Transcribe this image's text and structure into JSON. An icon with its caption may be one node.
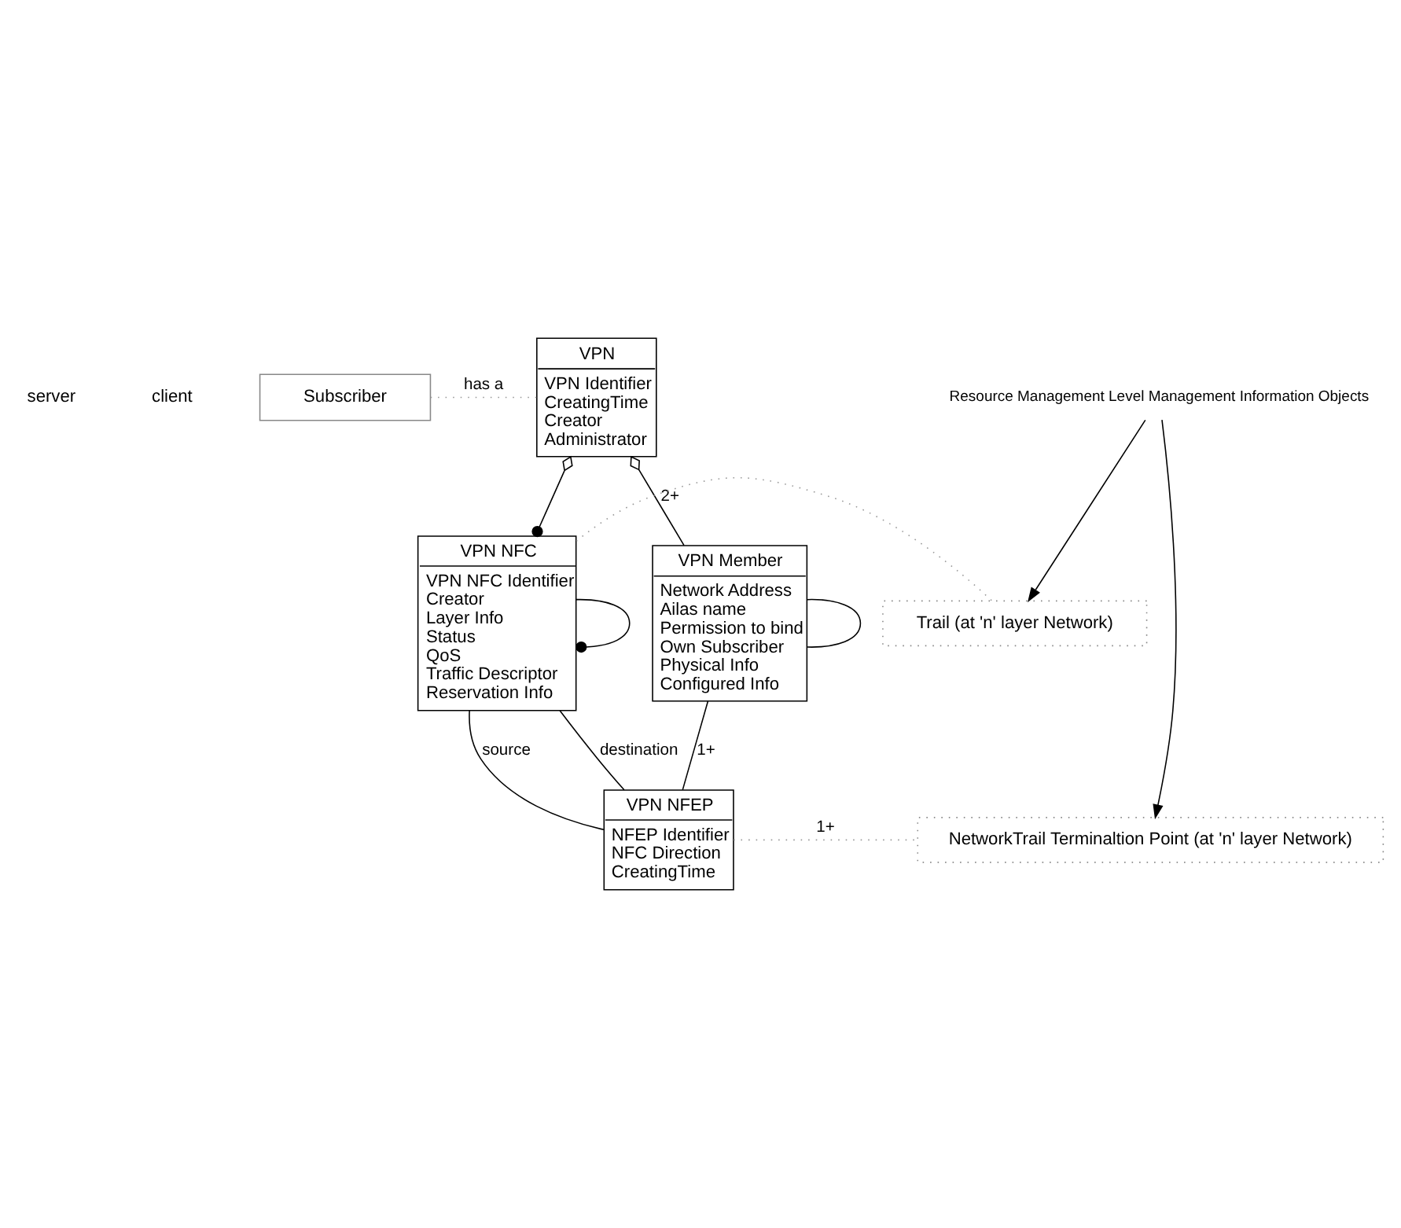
{
  "diagram": {
    "nodes": [
      {
        "text": [
          "VPN",
          "VPN Identifier",
          "CreatingTime",
          "Creator",
          "Administrator"
        ]
      },
      {
        "text": [
          "Subscriber"
        ]
      },
      {
        "text": [
          "VPN Member",
          "Network Address",
          "Ailas name",
          "Permission to bind",
          "Own Subscriber",
          "Physical Info",
          "Configured Info"
        ]
      },
      {
        "text": [
          "VPN NFC",
          "VPN NFC Identifier",
          "Creator",
          "Layer Info",
          "Status",
          "QoS",
          "Traffic Descriptor",
          "Reservation Info"
        ]
      },
      {
        "text": [
          "Trail (at 'n' layer Network)"
        ]
      },
      {
        "text": [
          "Resource Management Level Management Information Objects"
        ]
      },
      {
        "text": [
          "VPN NFEP",
          "NFEP Identifier",
          "NFC Direction",
          "CreatingTime"
        ]
      },
      {
        "text": [
          "NetworkTrail Terminaltion Point (at 'n' layer Network)"
        ]
      }
    ],
    "edges": [
      {
        "from": 1,
        "to": 0,
        "arrow": "none",
        "label": "has a",
        "style": "dashed",
        "color": "#999999"
      },
      {
        "from": 0,
        "to": 2,
        "arrow": "other",
        "label": "2+"
      },
      {
        "from": 0,
        "to": 3,
        "arrow": "other"
      },
      {
        "from": 2,
        "to": 2,
        "arrow": "none"
      },
      {
        "from": 3,
        "to": 3,
        "arrow": "other"
      },
      {
        "from": 3,
        "to": 4,
        "arrow": "none",
        "style": "dashed",
        "color": "#999999"
      },
      {
        "from": 3,
        "to": 6,
        "arrow": "none",
        "label": "source"
      },
      {
        "from": 3,
        "to": 6,
        "arrow": "none",
        "label": "destination"
      },
      {
        "from": 2,
        "to": 6,
        "arrow": "none",
        "label": "1+"
      },
      {
        "from": 6,
        "to": 7,
        "arrow": "none",
        "label": "1+",
        "style": "dashed",
        "color": "#999999"
      },
      {
        "from": 5,
        "to": 4,
        "arrow": "to"
      },
      {
        "from": 5,
        "to": 7,
        "arrow": "to"
      }
    ],
    "labels": [
      "client",
      "server"
    ]
  }
}
